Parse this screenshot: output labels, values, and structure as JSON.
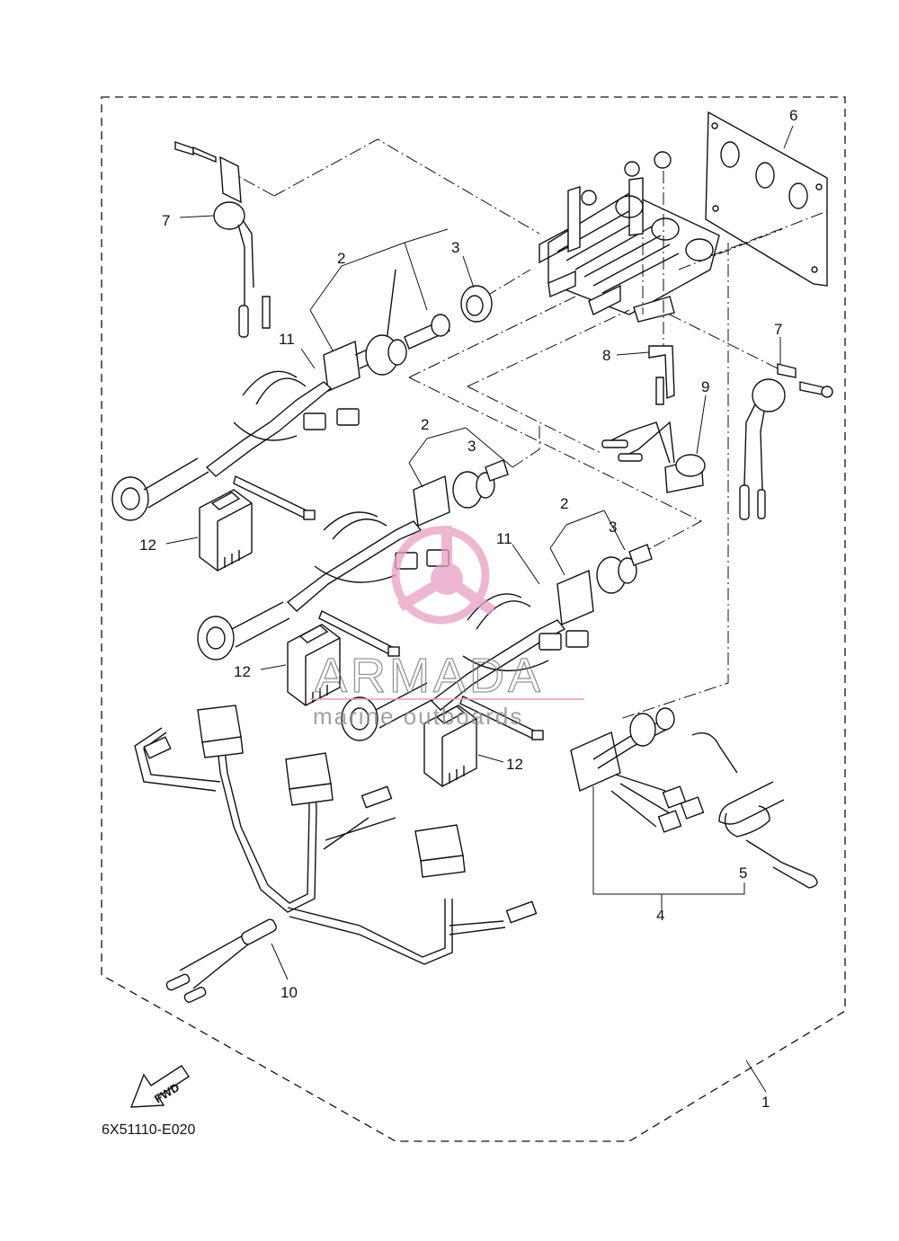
{
  "diagram": {
    "code": "6X51110-E020",
    "fwd_arrow_label": "FWD",
    "watermark": {
      "brand": "ARMADA",
      "tagline": "marine outboards",
      "logo_color": "#e8a0c4"
    },
    "callouts": [
      {
        "id": "c1",
        "label": "1"
      },
      {
        "id": "c2a",
        "label": "2"
      },
      {
        "id": "c3a",
        "label": "3"
      },
      {
        "id": "c2b",
        "label": "2"
      },
      {
        "id": "c3b",
        "label": "3"
      },
      {
        "id": "c2c",
        "label": "2"
      },
      {
        "id": "c3c",
        "label": "3"
      },
      {
        "id": "c4",
        "label": "4"
      },
      {
        "id": "c5",
        "label": "5"
      },
      {
        "id": "c6",
        "label": "6"
      },
      {
        "id": "c7a",
        "label": "7"
      },
      {
        "id": "c7b",
        "label": "7"
      },
      {
        "id": "c8",
        "label": "8"
      },
      {
        "id": "c9",
        "label": "9"
      },
      {
        "id": "c10",
        "label": "10"
      },
      {
        "id": "c11a",
        "label": "11"
      },
      {
        "id": "c11b",
        "label": "11"
      },
      {
        "id": "c12a",
        "label": "12"
      },
      {
        "id": "c12b",
        "label": "12"
      },
      {
        "id": "c12c",
        "label": "12"
      }
    ]
  }
}
